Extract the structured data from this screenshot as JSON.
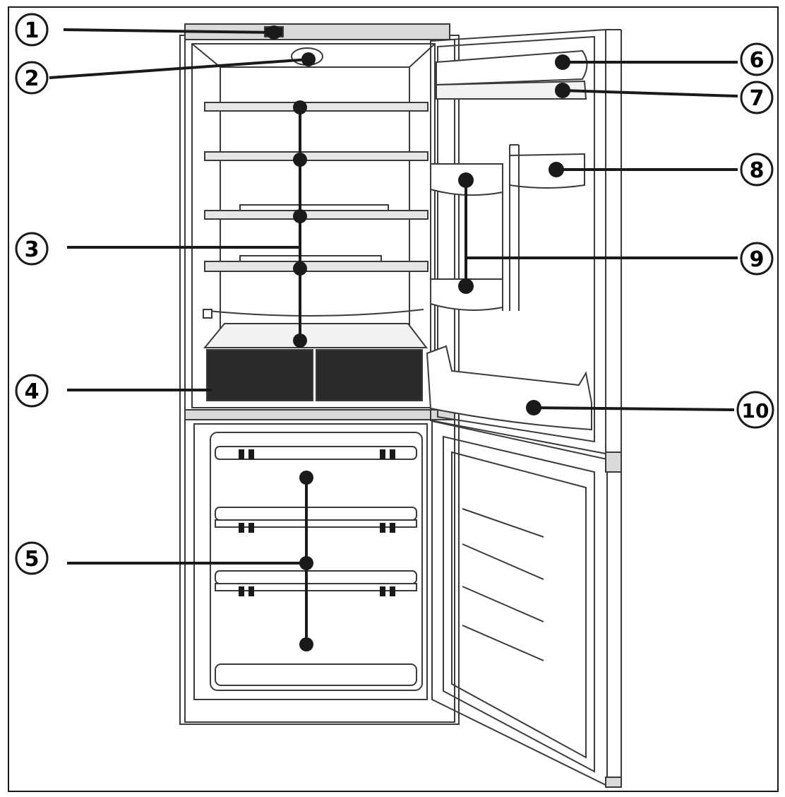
{
  "callouts": [
    {
      "number": "1"
    },
    {
      "number": "2"
    },
    {
      "number": "3"
    },
    {
      "number": "4"
    },
    {
      "number": "5"
    },
    {
      "number": "6"
    },
    {
      "number": "7"
    },
    {
      "number": "8"
    },
    {
      "number": "9"
    },
    {
      "number": "10"
    }
  ],
  "colors": {
    "ink": "#1a1a1a",
    "line": "#3a3a3a",
    "paper": "#ffffff",
    "shade": "#d9d9d9"
  }
}
